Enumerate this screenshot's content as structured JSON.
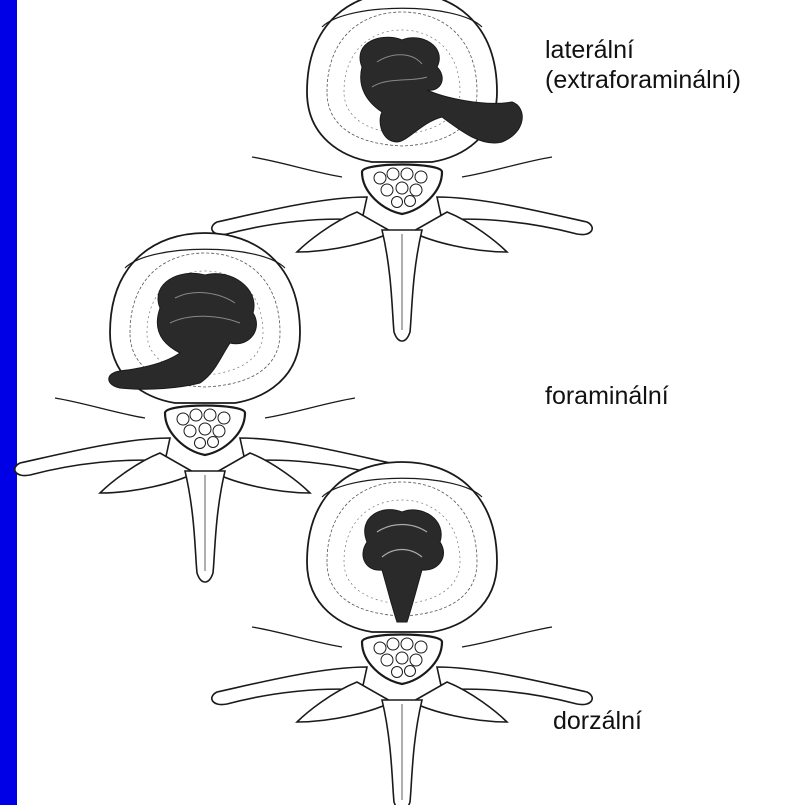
{
  "colors": {
    "left_bar": "#0000e6",
    "line": "#1a1a1a",
    "herniation": "#2a2a2a",
    "background": "#ffffff"
  },
  "labels": {
    "lateral": "laterální",
    "lateral_sub": "(extraforaminální)",
    "foraminal": "foraminální",
    "dorsal": "dorzální"
  }
}
